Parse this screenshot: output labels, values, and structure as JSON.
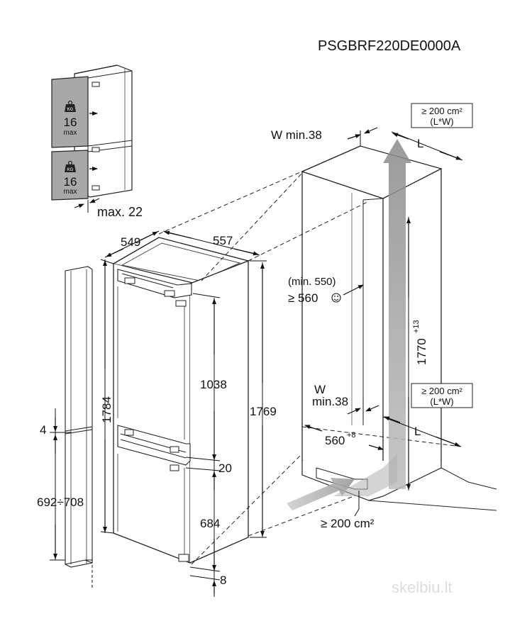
{
  "model_code": "PSGBRF220DE0000A",
  "door_shelf": {
    "weight_icon_text": "KG",
    "upper_load": "16",
    "upper_unit": "max",
    "lower_load": "16",
    "lower_unit": "max",
    "depth_label": "max. 22"
  },
  "appliance": {
    "width": "549",
    "depth": "557",
    "height": "1784",
    "upper_door": "1038",
    "door_gap": "20",
    "lower_door": "684",
    "bottom_gap": "8",
    "body_height": "1769",
    "door_offset": "4",
    "door_panel_range": "692÷708"
  },
  "niche": {
    "top_gap_label": "W min.38",
    "top_vent_area": "≥ 200 cm²",
    "top_vent_formula": "(L*W)",
    "top_vent_dim": "L",
    "depth_min": "(min. 550)",
    "depth_recommended": "≥ 560",
    "niche_height": "1770",
    "niche_height_tol": "+13",
    "rear_gap_label_1": "W",
    "rear_gap_label_2": "min.38",
    "mid_vent_area": "≥ 200 cm²",
    "mid_vent_formula": "(L*W)",
    "mid_vent_dim": "L",
    "niche_width": "560",
    "niche_width_tol": "+8",
    "bottom_vent_area": "≥ 200 cm²"
  },
  "watermark": "skelbiu.lt"
}
